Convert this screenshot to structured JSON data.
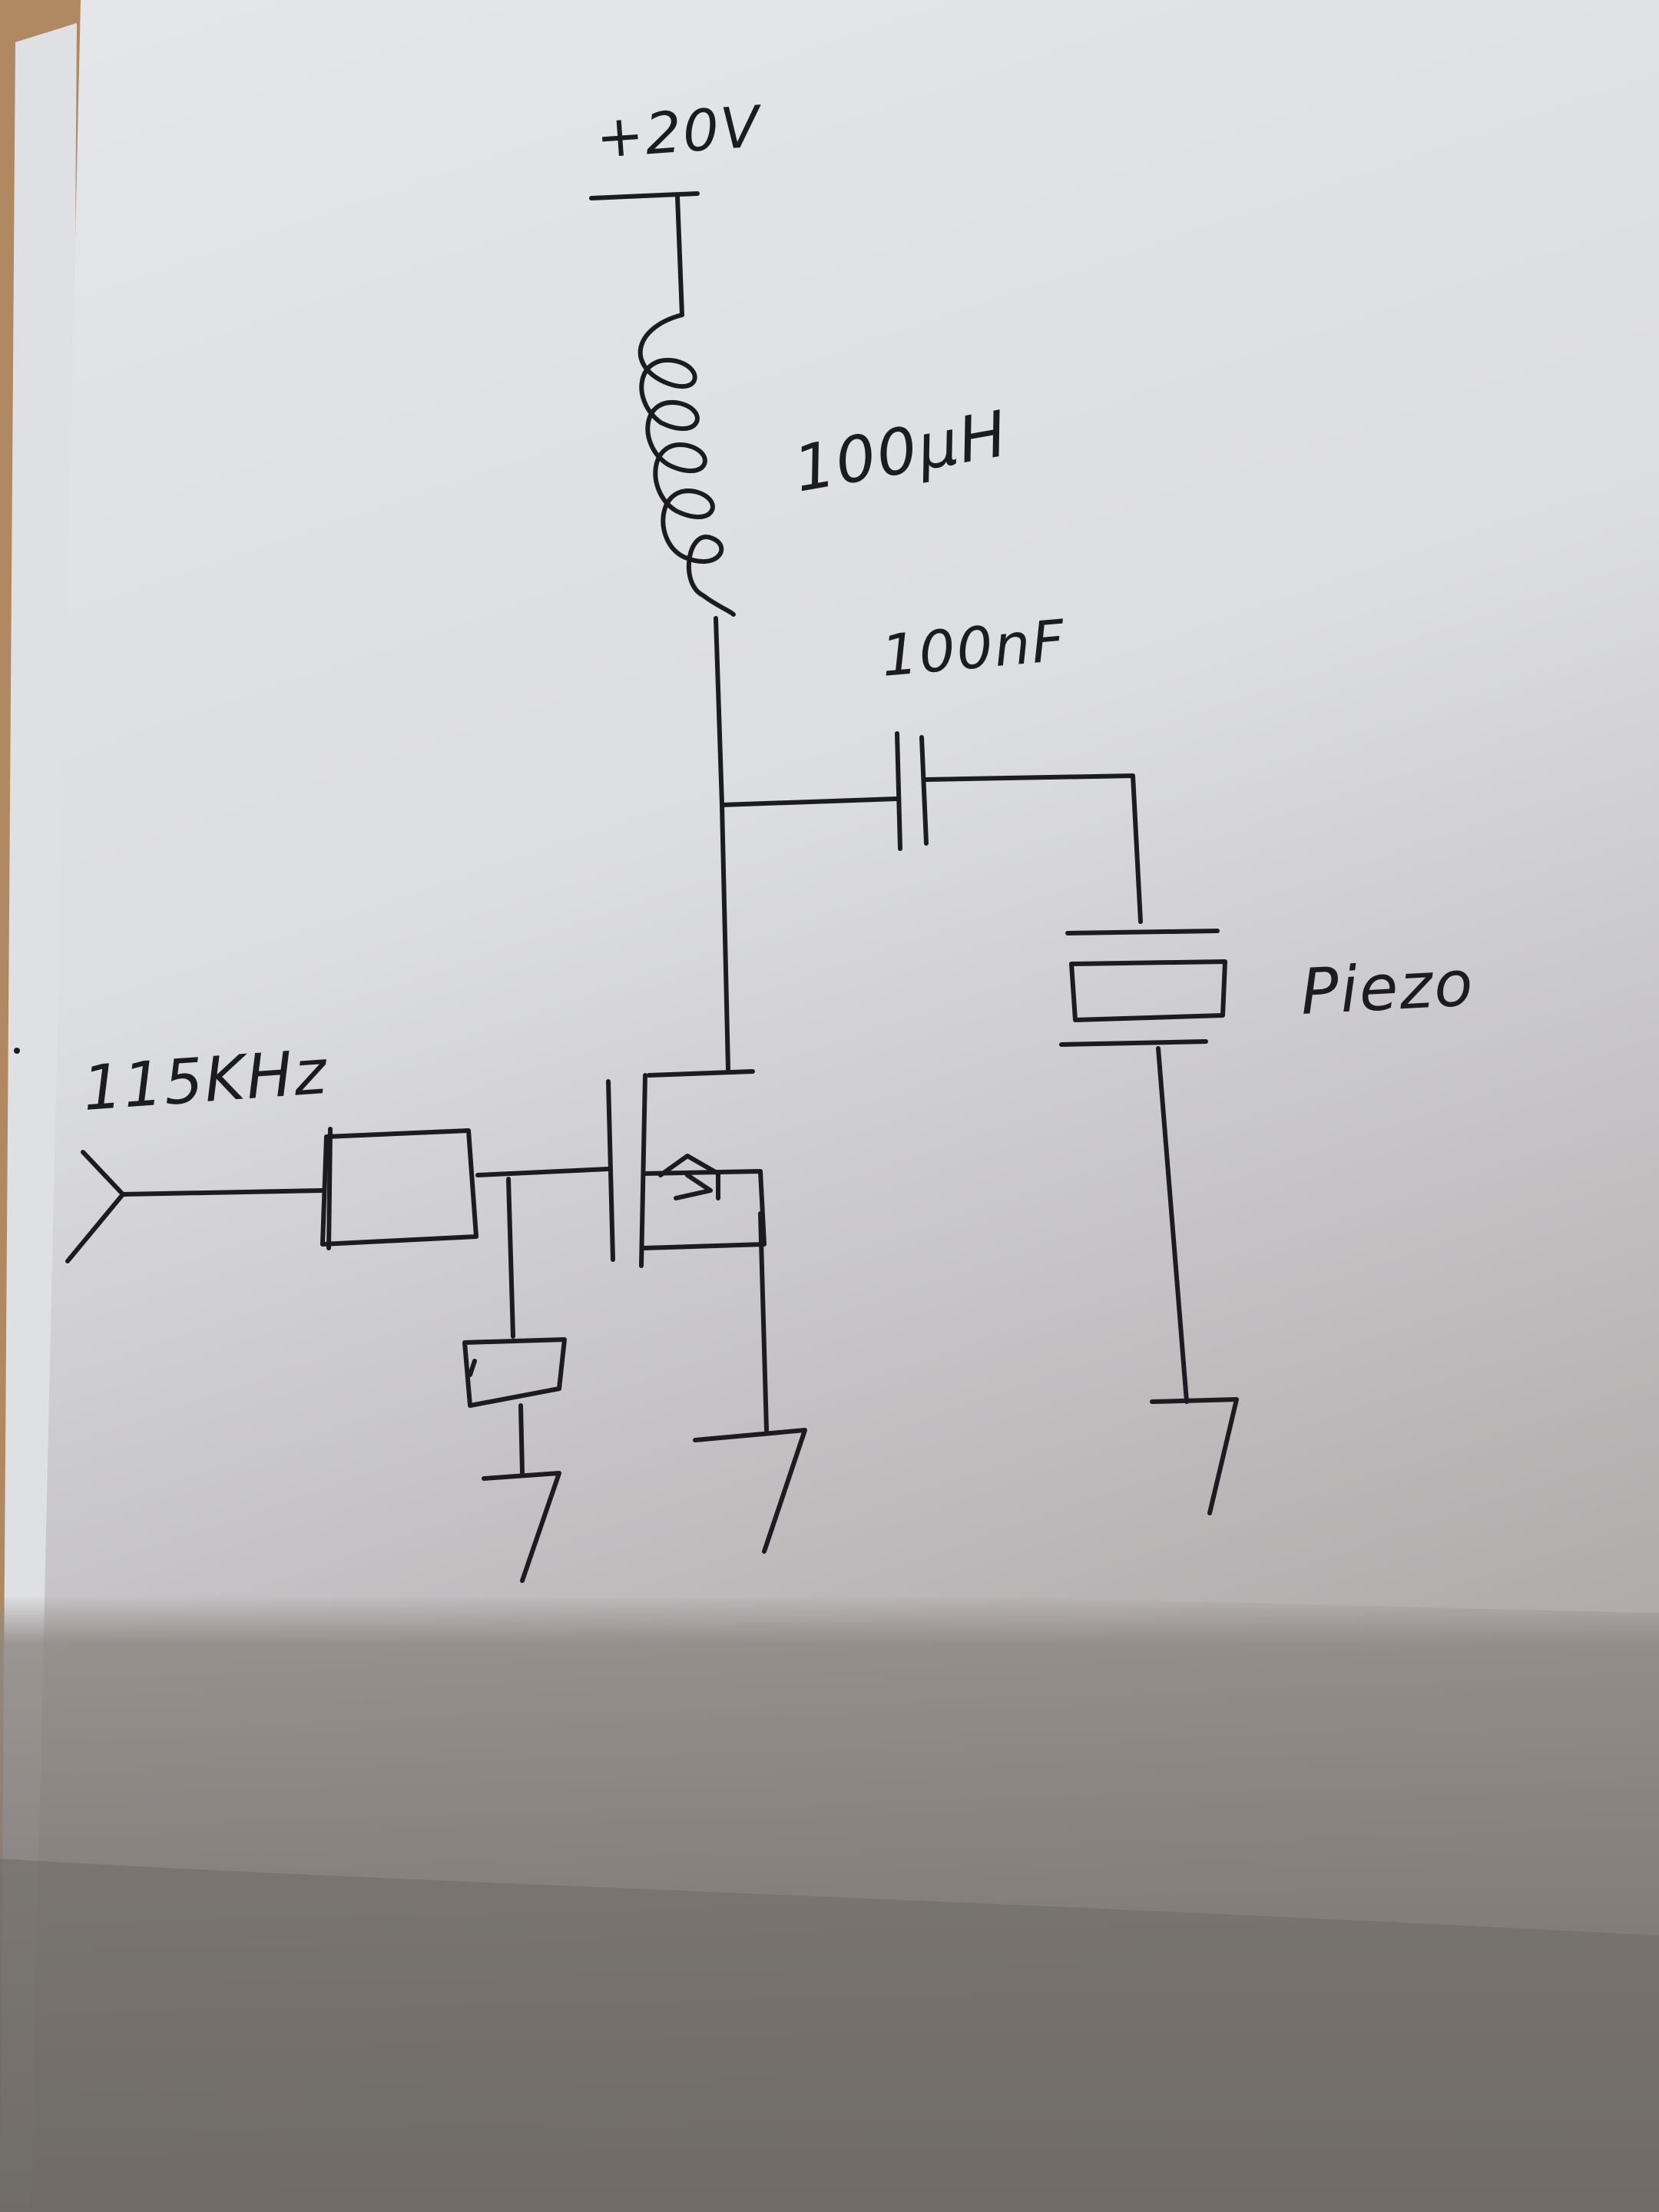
{
  "labels": {
    "supply": "+20V",
    "inductor": "100µH",
    "capacitor": "100nF",
    "piezo": "Piezo",
    "input_frequency": "115KHz"
  },
  "colors": {
    "ink": "#1c1c20",
    "paper_light": "#e8eaee",
    "paper_shadow": "#a7a3a3",
    "table_surface": "#b08963"
  }
}
